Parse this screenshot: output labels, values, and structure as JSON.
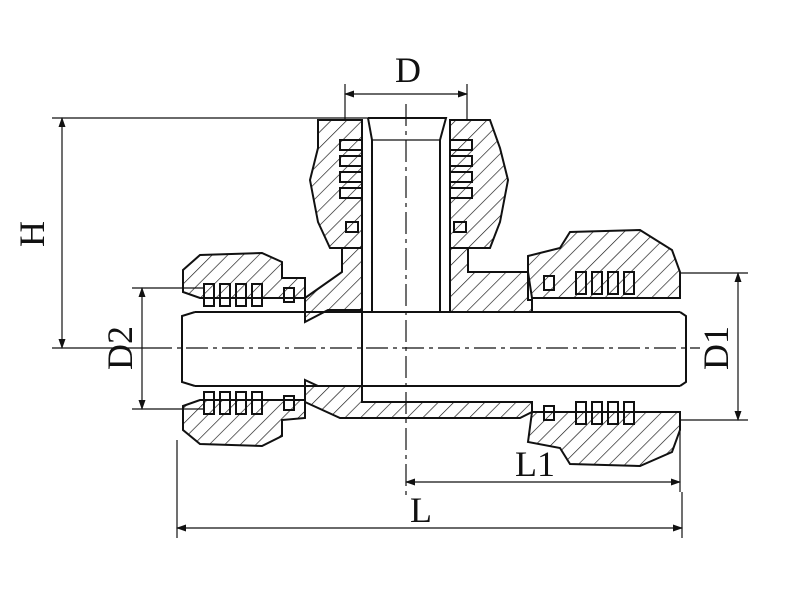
{
  "labels": {
    "d": "D",
    "h": "H",
    "d2": "D2",
    "d1": "D1",
    "l1": "L1",
    "l": "L"
  }
}
